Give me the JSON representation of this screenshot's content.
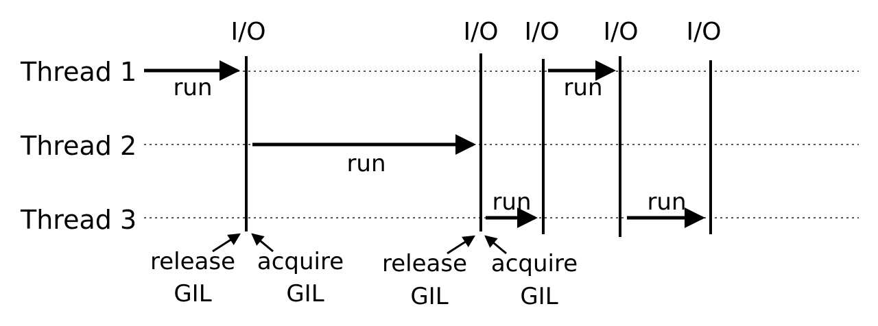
{
  "threads": [
    {
      "label": "Thread 1"
    },
    {
      "label": "Thread 2"
    },
    {
      "label": "Thread 3"
    }
  ],
  "io_events": [
    {
      "label": "I/O"
    },
    {
      "label": "I/O"
    },
    {
      "label": "I/O"
    },
    {
      "label": "I/O"
    },
    {
      "label": "I/O"
    }
  ],
  "run_label": "run",
  "gil": {
    "release_line1": "release",
    "release_line2": "GIL",
    "acquire_line1": "acquire",
    "acquire_line2": "GIL"
  },
  "colors": {
    "ink": "#000000",
    "dotted": "#555555",
    "background": "#ffffff"
  }
}
